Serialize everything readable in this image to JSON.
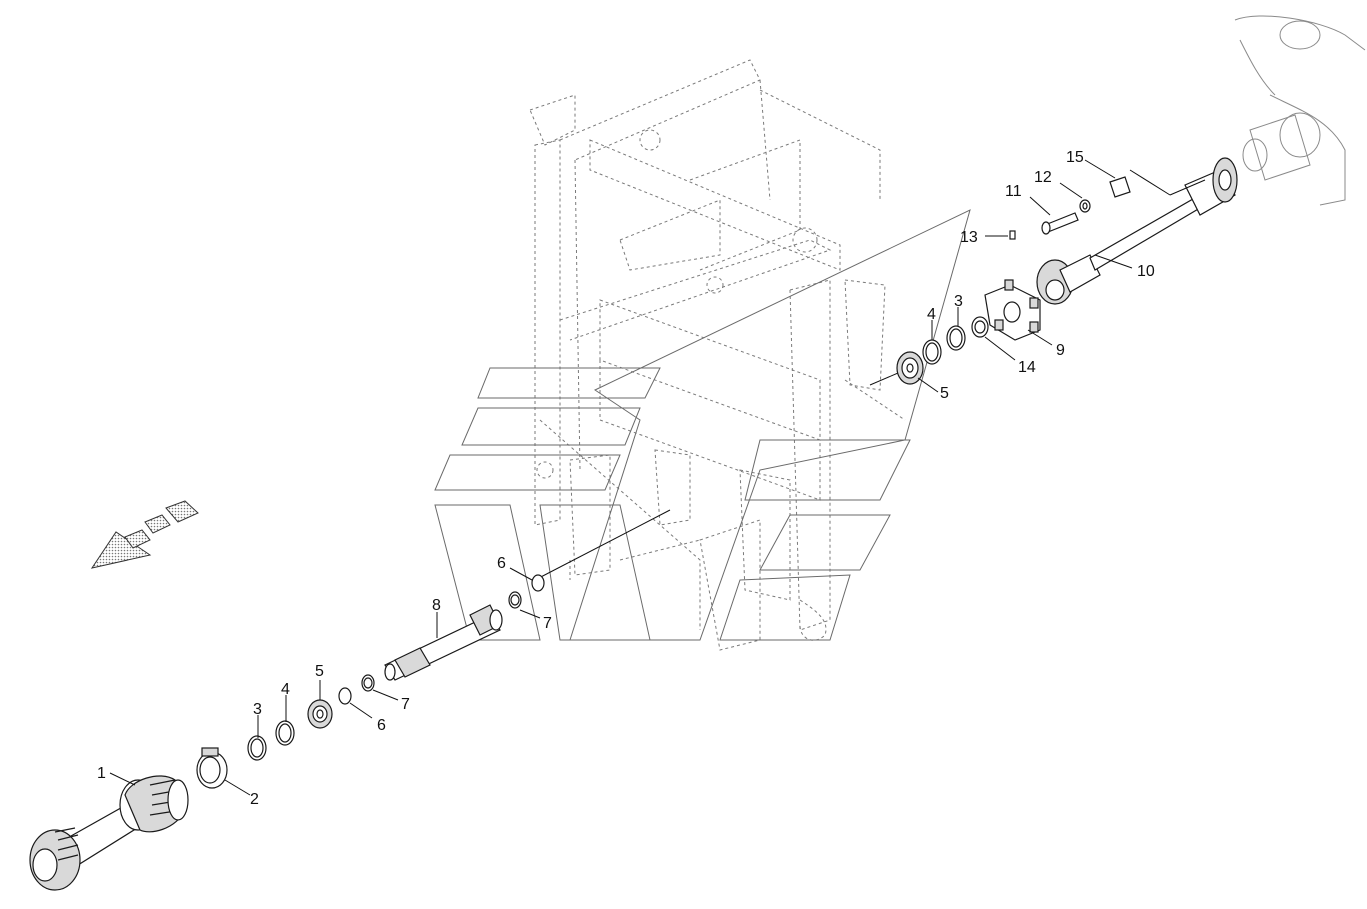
{
  "colors": {
    "line": "#1a1a1a",
    "frame": "#7a7a7a",
    "arrow_fill": "#9a9a9a"
  },
  "callouts": {
    "c1": "1",
    "c2": "2",
    "c3a": "3",
    "c4a": "4",
    "c5a": "5",
    "c6a": "6",
    "c7a": "7",
    "c8": "8",
    "c6b": "6",
    "c7b": "7",
    "c5b": "5",
    "c4b": "4",
    "c3b": "3",
    "c14": "14",
    "c9": "9",
    "c13": "13",
    "c10": "10",
    "c11": "11",
    "c12": "12",
    "c15": "15"
  },
  "icons": {
    "direction_arrow": "forward-direction-arrow-icon"
  }
}
